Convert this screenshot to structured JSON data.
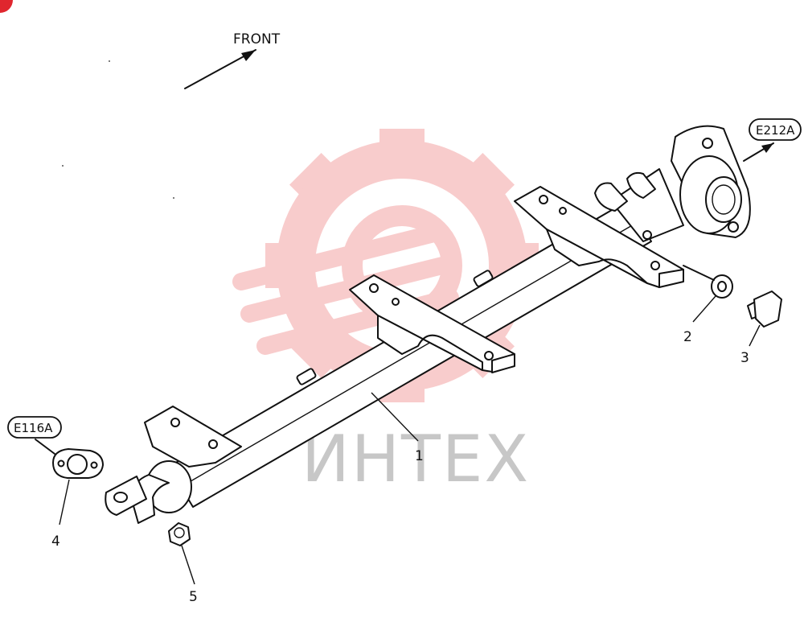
{
  "diagram": {
    "direction_label": "FRONT",
    "watermark_text": "ИНТЕХ",
    "refs": {
      "e212a": "E212A",
      "e116a": "E116A"
    },
    "callouts": {
      "part1": "1",
      "part2": "2",
      "part3": "3",
      "part4": "4",
      "part5": "5"
    }
  },
  "colors": {
    "line": "#111111",
    "watermark_gear": "#f4a3a3",
    "watermark_text": "#9a9a9a",
    "corner_badge": "#e0262e"
  }
}
